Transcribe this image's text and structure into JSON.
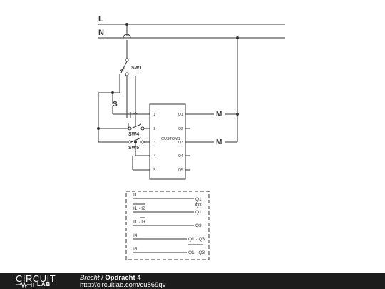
{
  "rails": {
    "line": "L",
    "neutral": "N"
  },
  "switches": {
    "sw1": "SW1",
    "sw4": "SW4",
    "sw5": "SW5",
    "start": "S"
  },
  "block": {
    "name": "CUSTOM1",
    "inputs": [
      "I1",
      "I2",
      "I3",
      "I4",
      "I5"
    ],
    "outputs": [
      "Q1",
      "Q2",
      "Q3",
      "Q4",
      "Q5"
    ]
  },
  "motors": {
    "m1": "M",
    "m2": "M"
  },
  "logic_table": {
    "rows": [
      {
        "input": "I1",
        "outputs": [
          "Q1",
          "Q3"
        ]
      },
      {
        "input": "I1 · I2",
        "outputs": [
          "Q1"
        ]
      },
      {
        "input": "I1 · I3",
        "outputs": [
          "Q3"
        ]
      },
      {
        "input": "I4",
        "outputs": [
          "Q1 · Q3"
        ]
      },
      {
        "input": "I5",
        "outputs": [
          "Q1 · Q3"
        ]
      }
    ]
  },
  "footer": {
    "author": "Brecht",
    "separator": "/",
    "title": "Opdracht 4",
    "url": "http://circuitlab.com/cu869qv",
    "logo_top": "CIRCUIT",
    "logo_bottom": "LAB"
  }
}
